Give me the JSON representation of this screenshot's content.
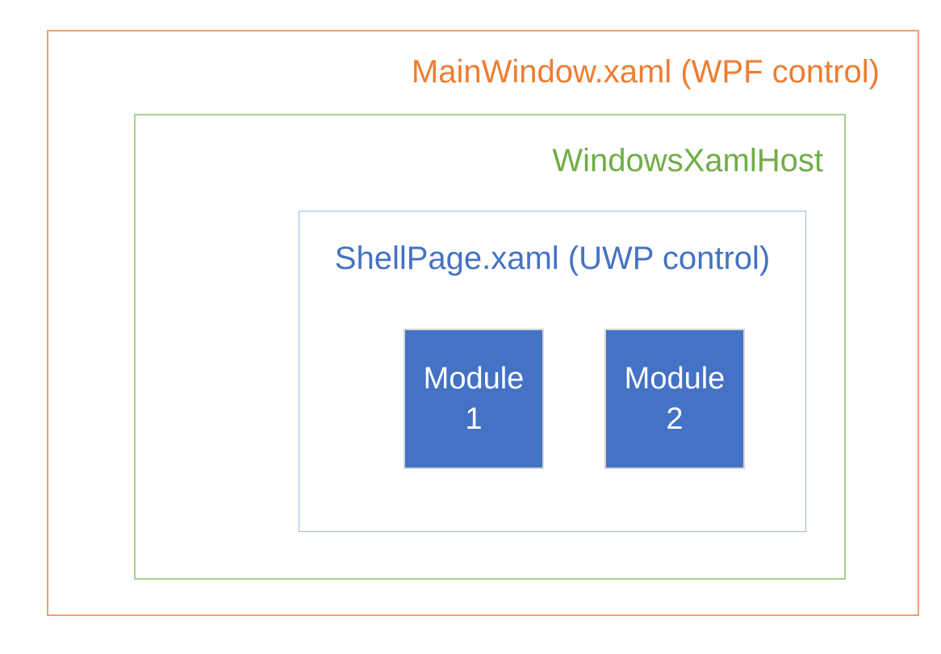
{
  "diagram": {
    "mainwindow": {
      "label": "MainWindow.xaml (WPF control)",
      "text_color": "#ED7D31",
      "border_color": "#F2A06F"
    },
    "xamlhost": {
      "label": "WindowsXamlHost",
      "text_color": "#70AD47",
      "border_color": "#A9D18E"
    },
    "shellpage": {
      "label": "ShellPage.xaml (UWP control)",
      "text_color": "#4472C4",
      "border_color": "#9DB9E3"
    },
    "modules": [
      {
        "line1": "Module",
        "line2": "1",
        "fill_color": "#4472C4",
        "border_color": "#D6D6D6",
        "text_color": "#FFFFFF"
      },
      {
        "line1": "Module",
        "line2": "2",
        "fill_color": "#4472C4",
        "border_color": "#D6D6D6",
        "text_color": "#FFFFFF"
      }
    ]
  }
}
